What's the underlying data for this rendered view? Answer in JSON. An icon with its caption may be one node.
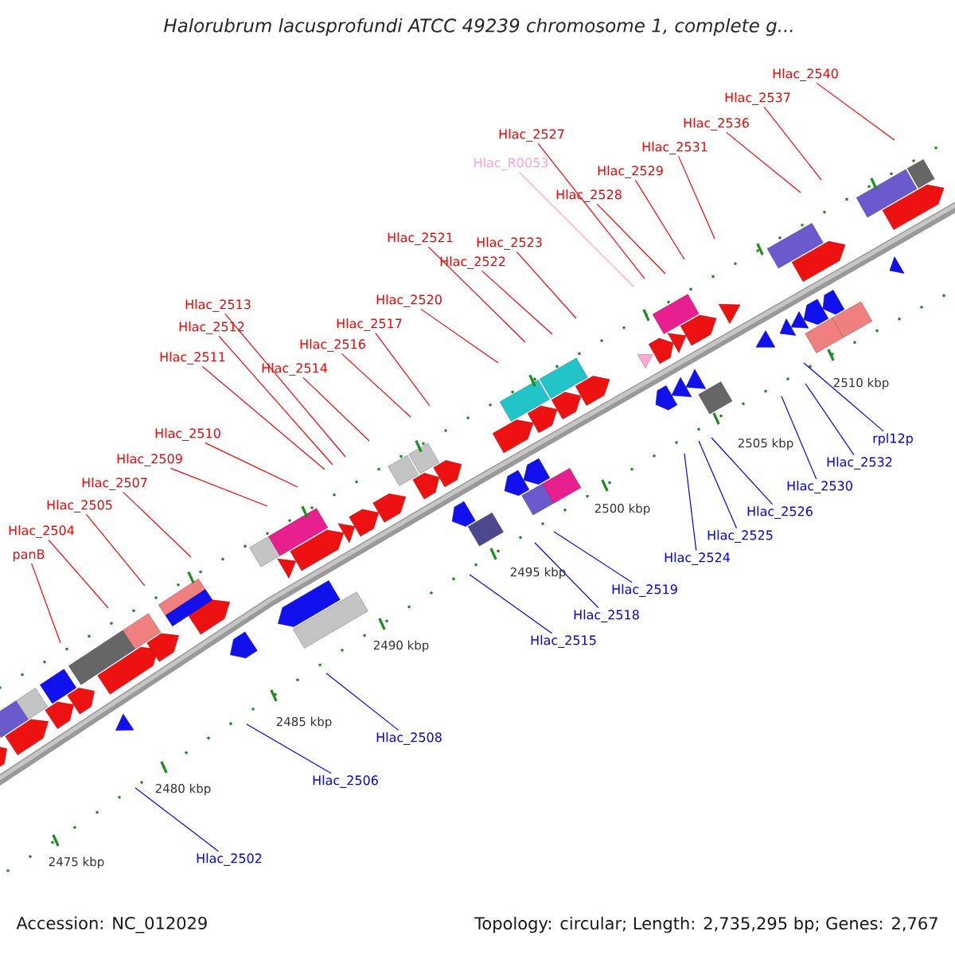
{
  "diagram": {
    "title": "Halorubrum lacusprofundi ATCC 49239 chromosome 1, complete g...",
    "nodes": [
      {
        "text": [
          "Hlac_2540"
        ]
      },
      {
        "text": [
          "Hlac_2537"
        ]
      },
      {
        "text": [
          "Hlac_2536"
        ]
      },
      {
        "text": [
          "Hlac_2527"
        ]
      },
      {
        "text": [
          "Hlac_2531"
        ]
      },
      {
        "text": [
          "Hlac_R0053"
        ]
      },
      {
        "text": [
          "Hlac_2529"
        ]
      },
      {
        "text": [
          "Hlac_2528"
        ]
      },
      {
        "text": [
          "Hlac_2521"
        ]
      },
      {
        "text": [
          "Hlac_2523"
        ]
      },
      {
        "text": [
          "Hlac_2522"
        ]
      },
      {
        "text": [
          "Hlac_2520"
        ]
      },
      {
        "text": [
          "Hlac_2513"
        ]
      },
      {
        "text": [
          "Hlac_2517"
        ]
      },
      {
        "text": [
          "Hlac_2512"
        ]
      },
      {
        "text": [
          "Hlac_2516"
        ]
      },
      {
        "text": [
          "Hlac_2511"
        ]
      },
      {
        "text": [
          "Hlac_2514"
        ]
      },
      {
        "text": [
          "Hlac_2510"
        ]
      },
      {
        "text": [
          "rpl12p"
        ]
      },
      {
        "text": [
          "Hlac_2509"
        ]
      },
      {
        "text": [
          "Hlac_2532"
        ]
      },
      {
        "text": [
          "Hlac_2507"
        ]
      },
      {
        "text": [
          "Hlac_2530"
        ]
      },
      {
        "text": [
          "Hlac_2505"
        ]
      },
      {
        "text": [
          "Hlac_2526"
        ]
      },
      {
        "text": [
          "Hlac_2504"
        ]
      },
      {
        "text": [
          "Hlac_2525"
        ]
      },
      {
        "text": [
          "panB"
        ]
      },
      {
        "text": [
          "Hlac_2524"
        ]
      },
      {
        "text": [
          "Hlac_2519"
        ]
      },
      {
        "text": [
          "Hlac_2518"
        ]
      },
      {
        "text": [
          "Hlac_2515"
        ]
      },
      {
        "text": [
          "Hlac_2508"
        ]
      },
      {
        "text": [
          "Hlac_2506"
        ]
      },
      {
        "text": [
          "Hlac_2502"
        ]
      }
    ],
    "edges": [
      {
        "from": 0,
        "to": null,
        "arrow": "none"
      },
      {
        "from": 1,
        "to": null,
        "arrow": "none"
      },
      {
        "from": 2,
        "to": null,
        "arrow": "none"
      },
      {
        "from": 3,
        "to": null,
        "arrow": "none"
      },
      {
        "from": 4,
        "to": null,
        "arrow": "none"
      },
      {
        "from": 5,
        "to": null,
        "arrow": "none",
        "color": "#ffa0d0"
      },
      {
        "from": 6,
        "to": null,
        "arrow": "none"
      },
      {
        "from": 7,
        "to": null,
        "arrow": "none"
      },
      {
        "from": 8,
        "to": null,
        "arrow": "none"
      },
      {
        "from": 9,
        "to": null,
        "arrow": "none"
      },
      {
        "from": 10,
        "to": null,
        "arrow": "none"
      },
      {
        "from": 11,
        "to": null,
        "arrow": "none"
      },
      {
        "from": 12,
        "to": null,
        "arrow": "none"
      },
      {
        "from": 13,
        "to": null,
        "arrow": "none"
      },
      {
        "from": 14,
        "to": null,
        "arrow": "none"
      },
      {
        "from": 15,
        "to": null,
        "arrow": "none"
      },
      {
        "from": 16,
        "to": null,
        "arrow": "none"
      },
      {
        "from": 17,
        "to": null,
        "arrow": "none"
      },
      {
        "from": 18,
        "to": null,
        "arrow": "none"
      },
      {
        "from": 19,
        "to": null,
        "arrow": "none",
        "color": "#0000ff"
      },
      {
        "from": 20,
        "to": null,
        "arrow": "none"
      },
      {
        "from": 21,
        "to": null,
        "arrow": "none",
        "color": "#0000ff"
      },
      {
        "from": 22,
        "to": null,
        "arrow": "none"
      },
      {
        "from": 23,
        "to": null,
        "arrow": "none",
        "color": "#0000ff"
      },
      {
        "from": 24,
        "to": null,
        "arrow": "none"
      },
      {
        "from": 25,
        "to": null,
        "arrow": "none",
        "color": "#0000ff"
      },
      {
        "from": 26,
        "to": null,
        "arrow": "none"
      },
      {
        "from": 27,
        "to": null,
        "arrow": "none",
        "color": "#0000ff"
      },
      {
        "from": 28,
        "to": null,
        "arrow": "none"
      },
      {
        "from": 29,
        "to": null,
        "arrow": "none",
        "color": "#0000ff"
      },
      {
        "from": 30,
        "to": null,
        "arrow": "none",
        "color": "#0000ff"
      },
      {
        "from": 31,
        "to": null,
        "arrow": "none",
        "color": "#0000ff"
      },
      {
        "from": 32,
        "to": null,
        "arrow": "none",
        "color": "#0000ff"
      },
      {
        "from": 33,
        "to": null,
        "arrow": "none",
        "color": "#0000ff"
      },
      {
        "from": 34,
        "to": null,
        "arrow": "none",
        "color": "#0000ff"
      },
      {
        "from": 35,
        "to": null,
        "arrow": "none",
        "color": "#0000ff"
      }
    ],
    "labels": [
      "2475 kbp",
      "2480 kbp",
      "2485 kbp",
      "2490 kbp",
      "2495 kbp",
      "2500 kbp",
      "2505 kbp",
      "2510 kbp",
      "Accession: NC_012029",
      "Topology: circular; Length: 2,735,295 bp; Genes: 2,767"
    ]
  }
}
